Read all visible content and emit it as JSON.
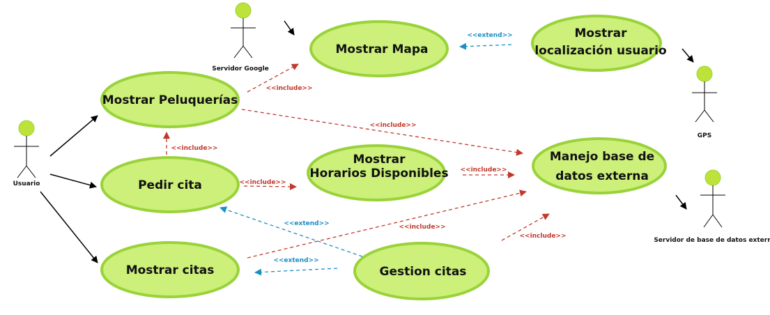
{
  "colors": {
    "usecase_fill": "#ccf07a",
    "usecase_stroke": "#9ad23a",
    "actor_head": "#bde33a",
    "include_color": "#c0392b",
    "extend_color": "#1a8fc4",
    "assoc_color": "#000000"
  },
  "use_cases": {
    "mostrar_mapa": {
      "label": "Mostrar Mapa"
    },
    "mostrar_localizacion": {
      "line1": "Mostrar",
      "line2": "localización usuario"
    },
    "mostrar_peluquerias": {
      "label": "Mostrar Peluquerías"
    },
    "pedir_cita": {
      "label": "Pedir cita"
    },
    "mostrar_horarios": {
      "line1": "Mostrar",
      "line2": "Horarios Disponibles"
    },
    "manejo_bd": {
      "line1": "Manejo base de",
      "line2": "datos externa"
    },
    "mostrar_citas": {
      "label": "Mostrar citas"
    },
    "gestion_citas": {
      "label": "Gestion citas"
    }
  },
  "actors": {
    "usuario": {
      "label": "Usuario"
    },
    "servidor_google": {
      "label": "Servidor  Google"
    },
    "gps": {
      "label": "GPS"
    },
    "servidor_bd": {
      "label": "Servidor de base de datos externa"
    }
  },
  "relations": {
    "include": "<<include>>",
    "extend": "<<extend>>"
  }
}
